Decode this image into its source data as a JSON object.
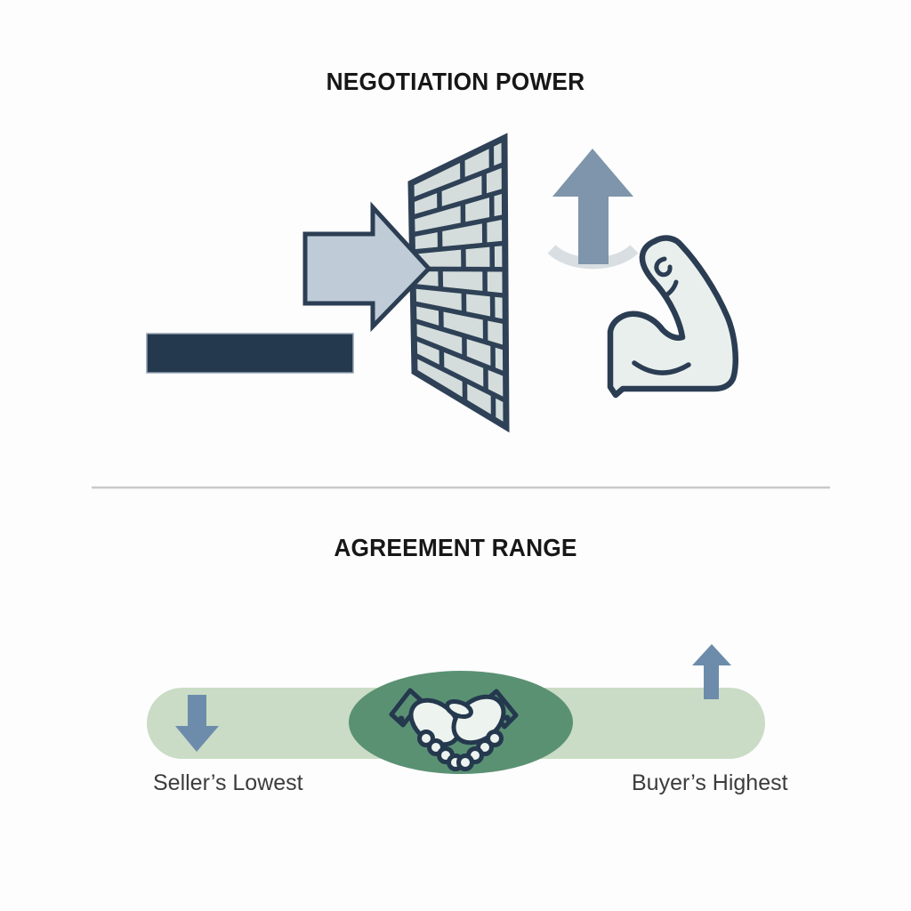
{
  "top_section": {
    "title": "NEGOTIATION POWER",
    "icons": [
      {
        "name": "baseline-bar",
        "meaning": "starting position bar"
      },
      {
        "name": "impact-arrow",
        "meaning": "arrow pushing against resistance"
      },
      {
        "name": "brick-wall",
        "meaning": "wall of resistance"
      },
      {
        "name": "power-up-arrow",
        "meaning": "rising power arrow"
      },
      {
        "name": "flexed-biceps",
        "meaning": "strength"
      }
    ]
  },
  "divider": {
    "style": "thin horizontal line"
  },
  "bottom_section": {
    "title": "AGREEMENT RANGE",
    "left_label": "Seller’s Lowest",
    "right_label": "Buyer’s Highest",
    "icons": [
      {
        "name": "range-bar",
        "meaning": "zone of possible agreement"
      },
      {
        "name": "seller-down-arrow",
        "meaning": "seller minimum marker"
      },
      {
        "name": "buyer-up-arrow",
        "meaning": "buyer maximum marker"
      },
      {
        "name": "handshake",
        "meaning": "deal / agreement"
      }
    ]
  },
  "colors": {
    "navy_outline": "#2b3d53",
    "dark_bar": "#24384e",
    "impact_arrow_fill": "#bfccd8",
    "wall_brick_fill": "#d4dddc",
    "wall_mortar": "#2e4156",
    "power_arrow_fill": "#7e95ab",
    "swoosh_gray": "#d9dee2",
    "biceps_fill": "#e9efec",
    "range_bar_green": "#cadcc5",
    "agreement_green": "#5a9173",
    "hand_fill": "#edf3ee",
    "marker_arrow_blue": "#6d8cab",
    "divider_gray": "#c9c9c9",
    "title_text": "#171717",
    "label_text": "#3c3c3c"
  }
}
